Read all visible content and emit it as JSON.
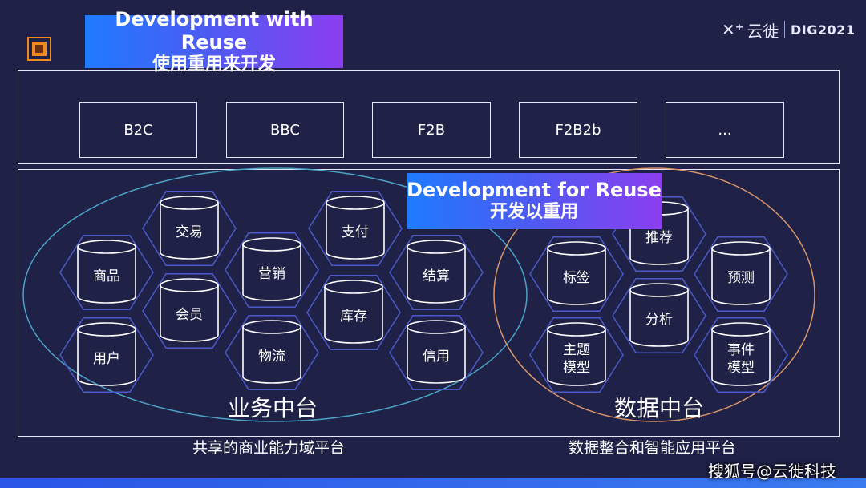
{
  "header": {
    "title_en": "Development with Reuse",
    "title_cn": "使用重用来开发",
    "logo_text": "云徙",
    "logo_event": "DIG2021"
  },
  "channels": [
    "B2C",
    "BBC",
    "F2B",
    "F2B2b",
    "..."
  ],
  "center": {
    "title_en": "Development for Reuse",
    "title_cn": "开发以重用"
  },
  "business_platform": {
    "name": "业务中台",
    "caption": "共享的商业能力域平台",
    "modules": [
      "交易",
      "支付",
      "商品",
      "营销",
      "结算",
      "会员",
      "库存",
      "用户",
      "物流",
      "信用"
    ]
  },
  "data_platform": {
    "name": "数据中台",
    "caption": "数据整合和智能应用平台",
    "modules": [
      "推荐",
      "标签",
      "预测",
      "分析",
      "主题\n模型",
      "事件\n模型"
    ]
  },
  "footer": {
    "watermark": "搜狐号@云徙科技"
  },
  "colors": {
    "background": "#1f2147",
    "business_ellipse": "#4aa3c4",
    "data_ellipse": "#d9956a",
    "hexagon": "#4b5ac8",
    "cylinder": "#ffffff",
    "accent_square": "#f08a1e"
  }
}
